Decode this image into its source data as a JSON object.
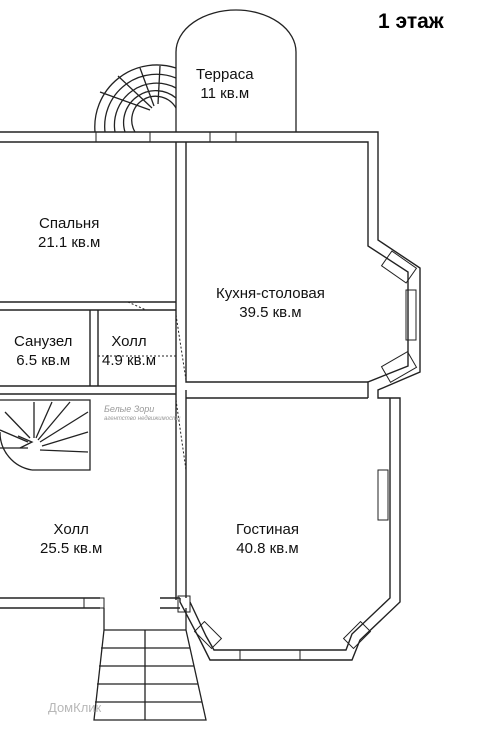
{
  "floor_label": "1 этаж",
  "rooms": [
    {
      "key": "terrace",
      "name": "Терраса",
      "area": "11 кв.м"
    },
    {
      "key": "bedroom",
      "name": "Спальня",
      "area": "21.1 кв.м"
    },
    {
      "key": "kitchen",
      "name": "Кухня-столовая",
      "area": "39.5 кв.м"
    },
    {
      "key": "bathroom",
      "name": "Санузел",
      "area": "6.5 кв.м"
    },
    {
      "key": "hall-small",
      "name": "Холл",
      "area": "4.9 кв.м"
    },
    {
      "key": "hall-large",
      "name": "Холл",
      "area": "25.5 кв.м"
    },
    {
      "key": "living",
      "name": "Гостиная",
      "area": "40.8 кв.м"
    }
  ],
  "watermark": {
    "brand": "Белые Зори",
    "caption": "агентство недвижимости",
    "source": "ДомКлик"
  }
}
